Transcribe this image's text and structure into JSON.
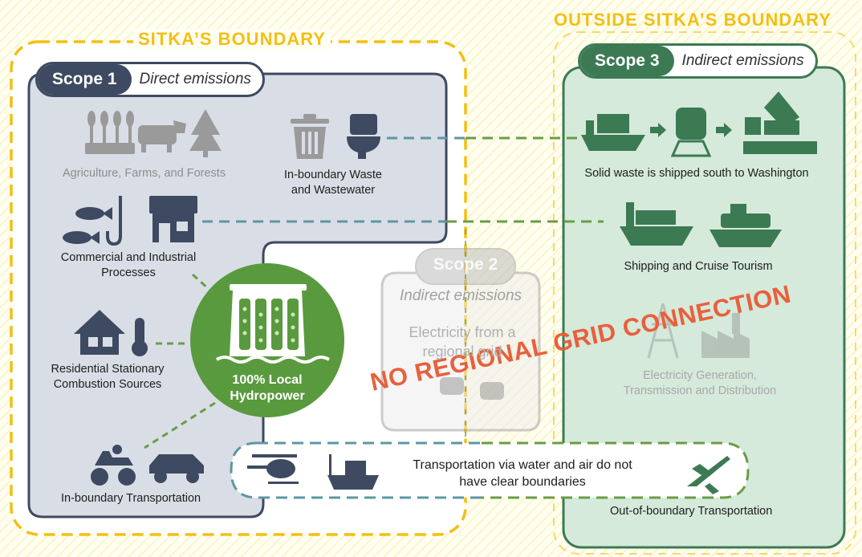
{
  "boundaries": {
    "sitka": "SITKA’S  BOUNDARY",
    "outside": "OUTSIDE  SITKA’S BOUNDARY"
  },
  "scope1": {
    "tag": "Scope 1",
    "subtitle": "Direct emissions"
  },
  "scope2": {
    "tag": "Scope 2",
    "subtitle": "Indirect emissions",
    "body": "Electricity from a regional grid"
  },
  "scope3": {
    "tag": "Scope 3",
    "subtitle": "Indirect emissions"
  },
  "labels": {
    "agriculture": "Agriculture, Farms, and Forests",
    "waste": "In-boundary Waste and Wastewater",
    "commercial": "Commercial and Industrial Processes",
    "residential": "Residential Stationary Combustion Sources",
    "transport_in": "In-boundary Transportation",
    "solid_waste": "Solid waste is shipped south to Washington",
    "shipping": "Shipping and Cruise Tourism",
    "electricity_gen": "Electricity Generation, Transmission and Distribution",
    "transport_out": "Out-of-boundary Transportation",
    "water_air": "Transportation via water and air do not have clear boundaries"
  },
  "hydro": {
    "line1": "100% Local",
    "line2": "Hydropower"
  },
  "stamp": "NO REGIONAL GRID CONNECTION",
  "colors": {
    "yellow": "#f3bf14",
    "scope1_navy": "#3d4a61",
    "scope1_fill": "#d9dee6",
    "scope3_green": "#3c7a54",
    "scope3_fill": "#d5eadb",
    "hydro_green": "#5a9a3e",
    "teal_dash": "#5c97a3",
    "green_dash": "#6a9c45",
    "stamp_red": "#e8603c"
  }
}
